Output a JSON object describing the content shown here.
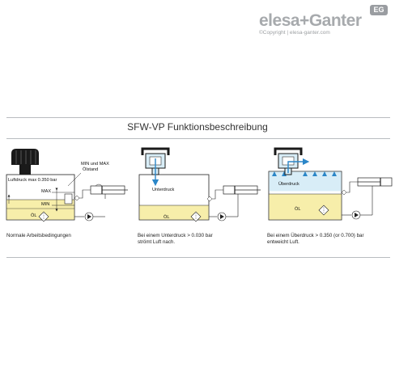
{
  "brand": {
    "name": "elesa+Ganter",
    "badge": "EG",
    "copyright": "©Copyright | elesa-ganter.com"
  },
  "title": "SFW-VP Funktionsbeschreibung",
  "colors": {
    "oil": "#f7eeaa",
    "air": "#d8edf7",
    "flow_arrow": "#2b86c8",
    "cap": "#1a1a1a",
    "line": "#222222"
  },
  "panels": [
    {
      "labels": {
        "pressure": "Luftdruck max 0.350 bar",
        "max": "MAX",
        "min": "MIN",
        "oil": "ÖL",
        "level_note_1": "MIN und MAX",
        "level_note_2": "Ölstand"
      },
      "caption_1": "Normale Arbeitsbedingungen",
      "caption_2": ""
    },
    {
      "labels": {
        "pressure": "Unterdruck",
        "oil": "ÖL"
      },
      "caption_1": "Bei einem Unterdruck > 0.030 bar",
      "caption_2": "strömt Luft nach."
    },
    {
      "labels": {
        "pressure": "Überdruck",
        "oil": "ÖL"
      },
      "caption_1": "Bei einem Überdruck > 0.350 (or 0.700) bar",
      "caption_2": "entweicht Luft."
    }
  ]
}
